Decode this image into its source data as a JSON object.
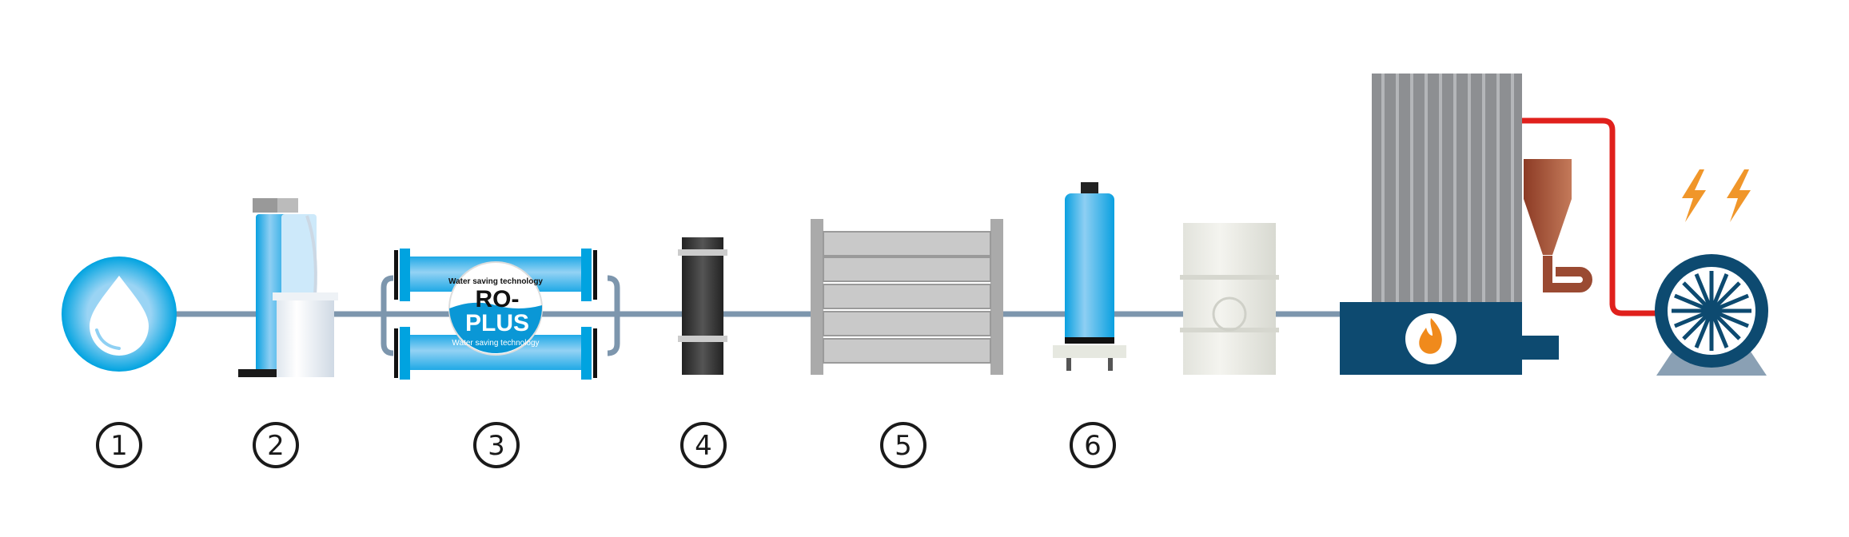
{
  "steps": [
    {
      "label": "1",
      "icon": "water-drop-icon"
    },
    {
      "label": "2",
      "icon": "softener-tank-icon"
    },
    {
      "label": "3",
      "icon": "reverse-osmosis-icon"
    },
    {
      "label": "4",
      "icon": "filter-column-icon"
    },
    {
      "label": "5",
      "icon": "electrodeionization-stack-icon"
    },
    {
      "label": "6",
      "icon": "polishing-tank-icon"
    }
  ],
  "badge": {
    "top_text": "Water saving technology",
    "line1": "RO-",
    "line2": "PLUS",
    "bottom_text": "Water saving technology"
  },
  "colors": {
    "pipe": "#7d96ad",
    "water_blue": "#00a3e0",
    "light_blue": "#8fd0f3",
    "boiler_navy": "#0d4a70",
    "steam_red": "#e0201c",
    "cyclone_brown": "#9a4a32",
    "lightning": "#f0962a"
  }
}
